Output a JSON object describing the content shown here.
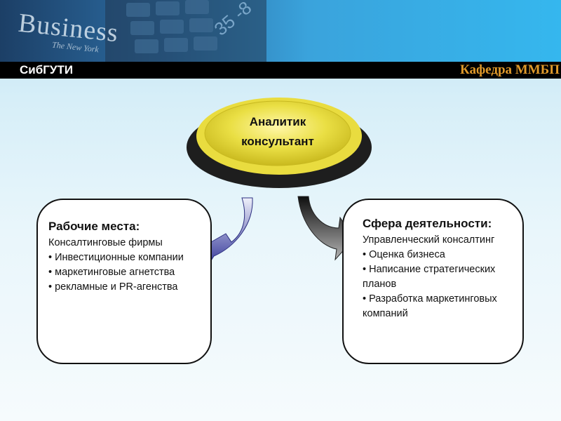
{
  "banner": {
    "word": "Business",
    "sub": "The New York"
  },
  "header": {
    "left": "СибГУТИ",
    "right": "Кафедра ММБП"
  },
  "center": {
    "line1": "Аналитик",
    "line2": "консультант"
  },
  "left_box": {
    "title": "Рабочие места:",
    "items": [
      " Консалтинговые фирмы",
      "• Инвестиционные компании",
      "• маркетинговые агнетства",
      "• рекламные и PR-агенства"
    ]
  },
  "right_box": {
    "title": "Сфера деятельности:",
    "items": [
      " Управленческий консалтинг",
      "• Оценка бизнеса",
      "• Написание стратегических планов",
      "• Разработка маркетинговых компаний"
    ]
  },
  "colors": {
    "oval_fill": "#e9dc3f",
    "oval_rim": "#2e2e2e",
    "arrow_left": "#3a3d9c",
    "arrow_right": "#2a2a2a",
    "header_accent": "#e09a2a"
  }
}
